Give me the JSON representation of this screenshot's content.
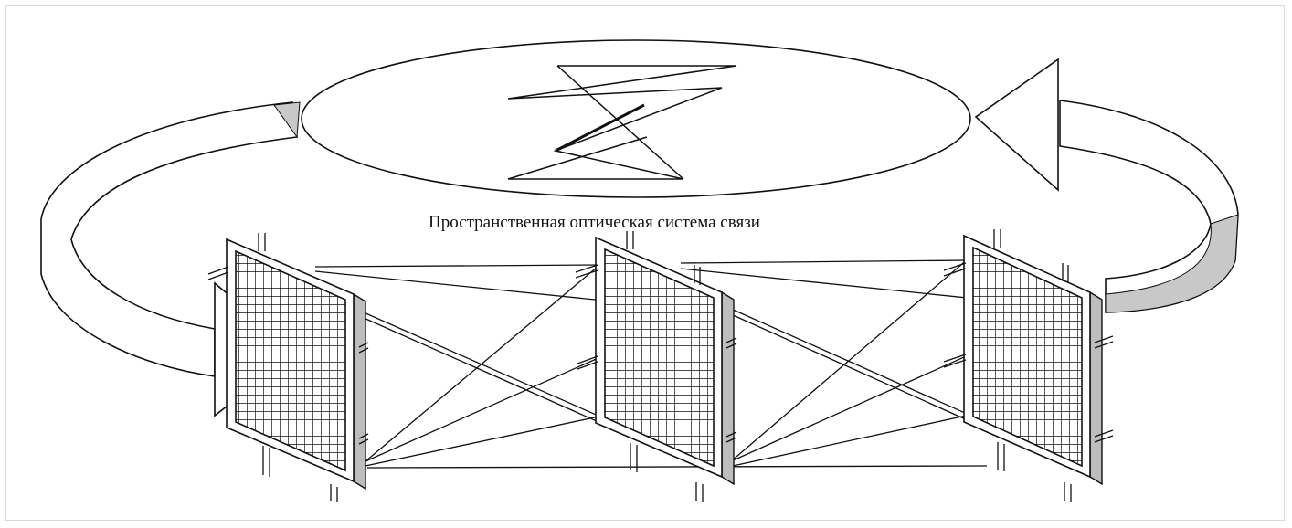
{
  "diagram": {
    "caption": "Пространственная оптическая система связи",
    "colors": {
      "ink": "#111111",
      "panel_face": "#ffffff",
      "panel_side": "#bdbdbd",
      "arrow_fill": "#ffffff",
      "arrow_shade": "#c8c8c8"
    },
    "icons": [
      "optical-panel-grid",
      "circular-arrow",
      "beam-lines"
    ]
  }
}
